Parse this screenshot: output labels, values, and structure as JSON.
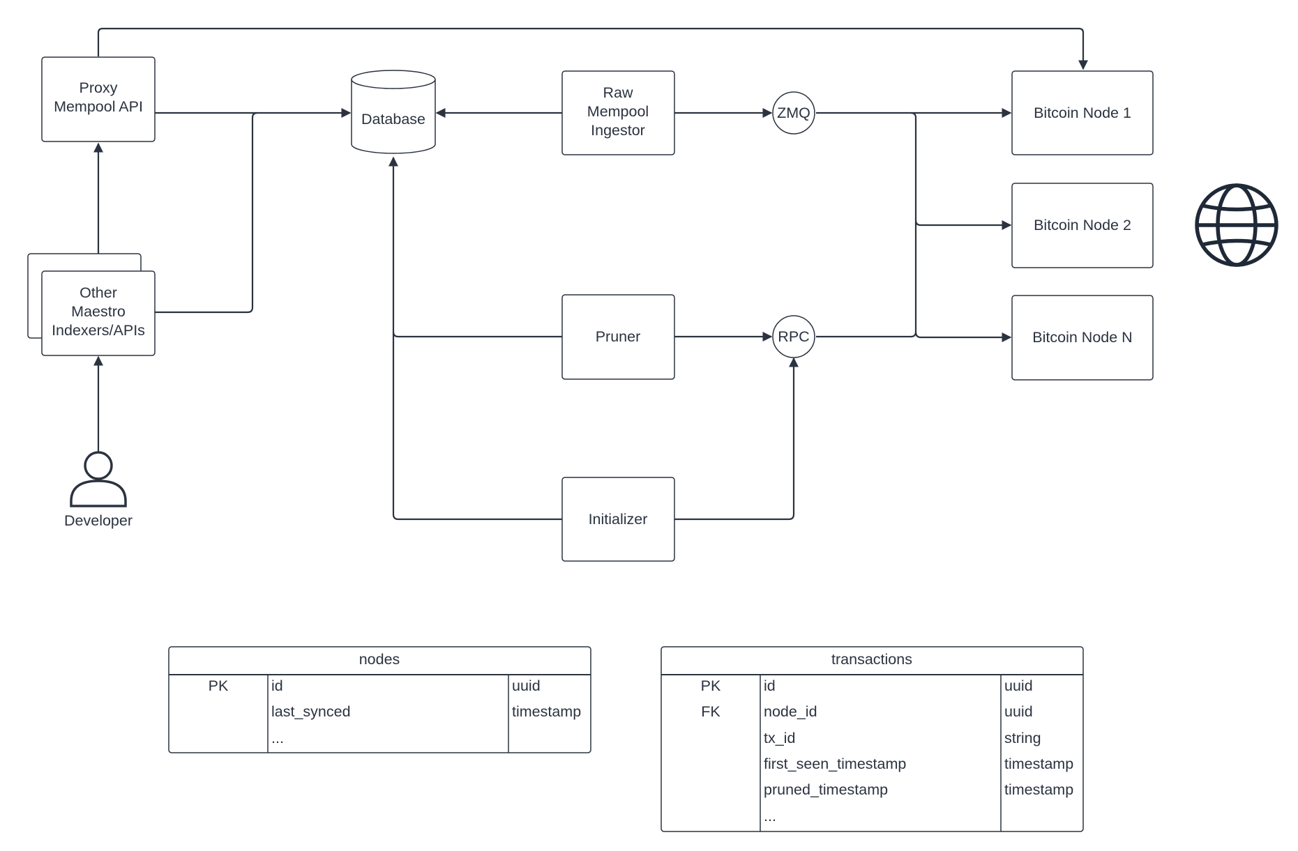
{
  "colors": {
    "stroke": "#2b3340",
    "background": "#ffffff"
  },
  "nodes": {
    "proxy": [
      "Proxy",
      "Mempool API"
    ],
    "database": "Database",
    "ingestor": [
      "Raw",
      "Mempool",
      "Ingestor"
    ],
    "zmq": "ZMQ",
    "rpc": "RPC",
    "pruner": "Pruner",
    "initializer": "Initializer",
    "other": [
      "Other",
      "Maestro",
      "Indexers/APIs"
    ],
    "developer": "Developer",
    "bitcoin_nodes": [
      "Bitcoin Node 1",
      "Bitcoin Node 2",
      "Bitcoin Node N"
    ]
  },
  "icons": {
    "globe": "globe-icon",
    "person": "person-icon"
  },
  "tables": [
    {
      "name": "nodes",
      "rows": [
        {
          "key": "PK",
          "field": "id",
          "type": "uuid"
        },
        {
          "key": "",
          "field": "last_synced",
          "type": "timestamp"
        },
        {
          "key": "",
          "field": "...",
          "type": ""
        }
      ]
    },
    {
      "name": "transactions",
      "rows": [
        {
          "key": "PK",
          "field": "id",
          "type": "uuid"
        },
        {
          "key": "FK",
          "field": "node_id",
          "type": "uuid"
        },
        {
          "key": "",
          "field": "tx_id",
          "type": "string"
        },
        {
          "key": "",
          "field": "first_seen_timestamp",
          "type": "timestamp"
        },
        {
          "key": "",
          "field": "pruned_timestamp",
          "type": "timestamp"
        },
        {
          "key": "",
          "field": "...",
          "type": ""
        }
      ]
    }
  ]
}
